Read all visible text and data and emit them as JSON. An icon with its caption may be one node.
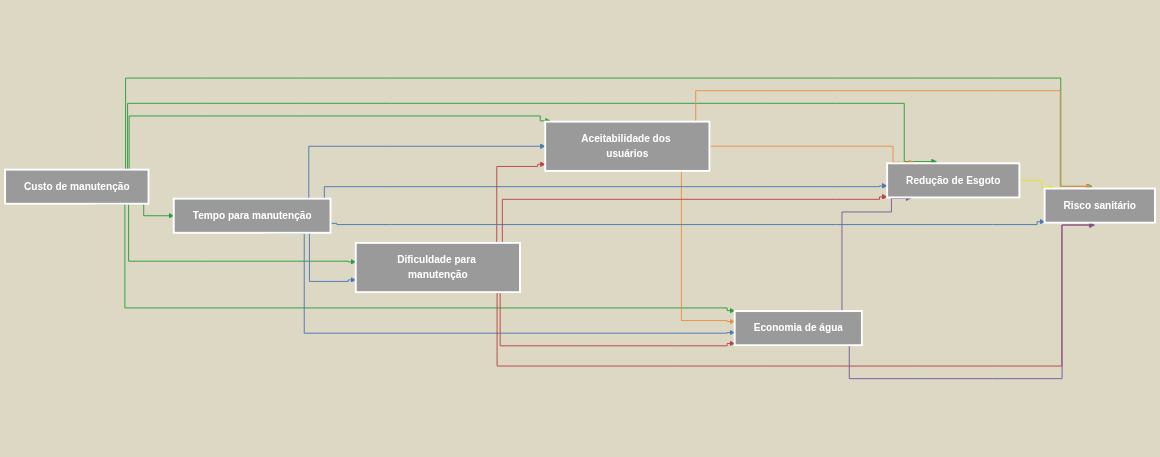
{
  "diagram": {
    "nodes": [
      {
        "text": [
          "Custo de manutenção"
        ]
      },
      {
        "text": [
          "Tempo para manutenção"
        ]
      },
      {
        "text": [
          "Dificuldade para manutenção"
        ]
      },
      {
        "text": [
          "Aceitabilidade dos usuários"
        ]
      },
      {
        "text": [
          "Economia de água"
        ]
      },
      {
        "text": [
          "Redução de Esgoto"
        ]
      },
      {
        "text": [
          "Risco sanitário"
        ]
      }
    ],
    "edges": [
      {
        "from": 0,
        "to": 1,
        "arrow": "to"
      },
      {
        "from": 0,
        "to": 2,
        "arrow": "to"
      },
      {
        "from": 0,
        "to": 3,
        "arrow": "to"
      },
      {
        "from": 0,
        "to": 4,
        "arrow": "to"
      },
      {
        "from": 0,
        "to": 5,
        "arrow": "to"
      },
      {
        "from": 0,
        "to": 6,
        "arrow": "to"
      },
      {
        "from": 3,
        "to": 4,
        "arrow": "to",
        "color": "#e8914a"
      },
      {
        "from": 3,
        "to": 5,
        "arrow": "to",
        "color": "#e8914a"
      },
      {
        "from": 3,
        "to": 6,
        "arrow": "to",
        "color": "#e8914a"
      },
      {
        "from": 5,
        "to": 6,
        "arrow": "to",
        "color": "#e6df2e"
      },
      {
        "from": 1,
        "to": 2,
        "arrow": "to",
        "color": "#4a7ab5"
      },
      {
        "from": 1,
        "to": 3,
        "arrow": "to",
        "color": "#4a7ab5"
      },
      {
        "from": 1,
        "to": 4,
        "arrow": "to",
        "color": "#4a7ab5"
      },
      {
        "from": 1,
        "to": 5,
        "arrow": "to",
        "color": "#4a7ab5"
      },
      {
        "from": 1,
        "to": 6,
        "arrow": "to",
        "color": "#4a7ab5"
      },
      {
        "from": 2,
        "to": 3,
        "arrow": "to",
        "color": "#b84545"
      },
      {
        "from": 2,
        "to": 4,
        "arrow": "to",
        "color": "#b84545"
      },
      {
        "from": 2,
        "to": 5,
        "arrow": "to",
        "color": "#b84545"
      },
      {
        "from": 2,
        "to": 6,
        "arrow": "to",
        "color": "#b84545"
      },
      {
        "from": 4,
        "to": 5,
        "arrow": "to",
        "color": "#7a5a9a"
      },
      {
        "from": 4,
        "to": 6,
        "arrow": "to",
        "color": "#7a5a9a"
      }
    ]
  }
}
